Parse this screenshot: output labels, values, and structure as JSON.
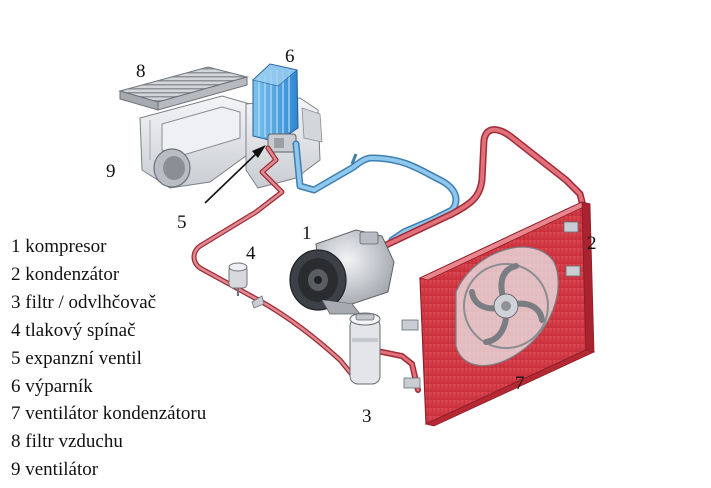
{
  "callouts": {
    "n1": "1",
    "n2": "2",
    "n3": "3",
    "n4": "4",
    "n5": "5",
    "n6": "6",
    "n7": "7",
    "n8": "8",
    "n9": "9"
  },
  "legend": [
    "1 kompresor",
    "2 kondenzátor",
    "3 filtr / odvlhčovač",
    "4 tlakový spínač",
    "5 expanzní ventil",
    "6 výparník",
    "7 ventilátor kondenzátoru",
    "8 filtr vzduchu",
    "9 ventilátor"
  ],
  "colors": {
    "high_pressure_line": "#c9414e",
    "low_pressure_line": "#5aa9d6",
    "evaporator": "#4a9fe0",
    "condenser": "#d8343f",
    "housing": "#e6e7ea"
  }
}
